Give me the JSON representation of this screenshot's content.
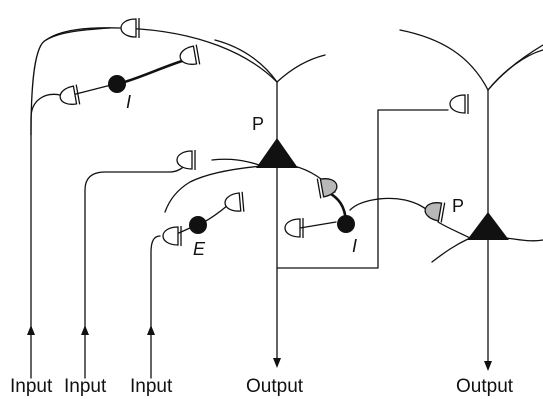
{
  "labels": {
    "input_1": "Input",
    "input_2": "Input",
    "input_3": "Input",
    "output_1": "Output",
    "output_2": "Output",
    "pyramidal_1": "P",
    "pyramidal_2": "P",
    "inhibitory_1": "I",
    "inhibitory_2": "I",
    "excitatory": "E"
  }
}
